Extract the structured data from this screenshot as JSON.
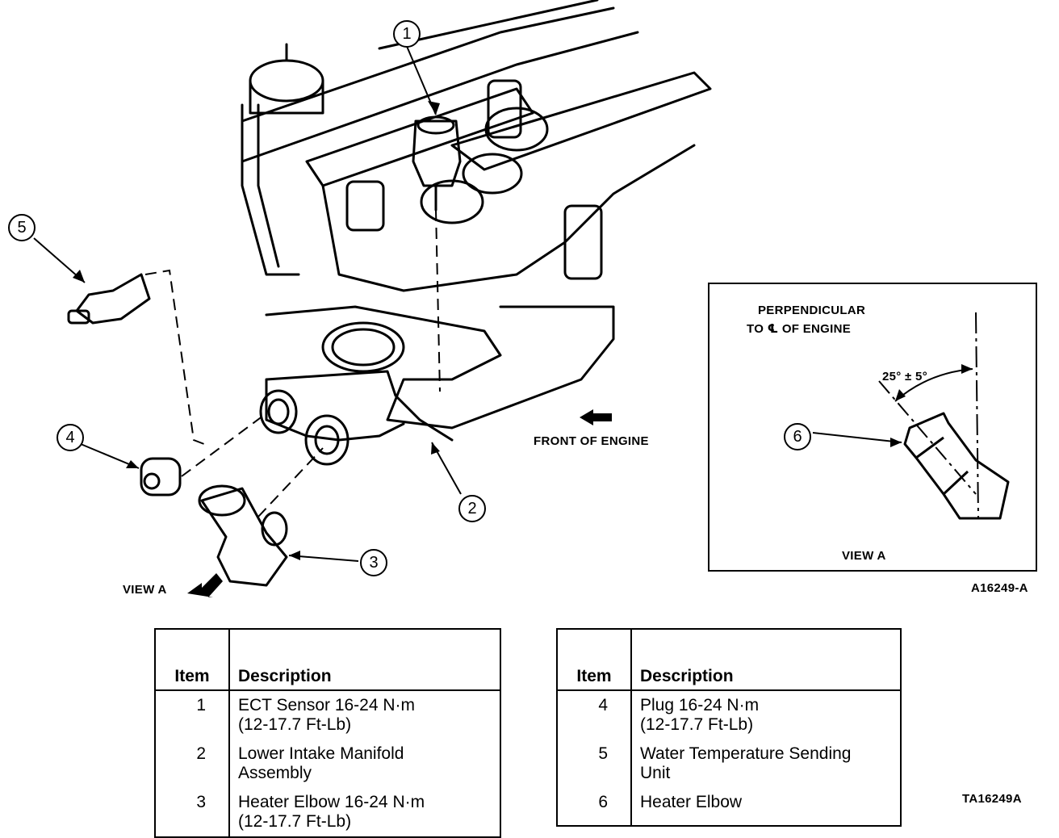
{
  "callouts": {
    "c1": "1",
    "c2": "2",
    "c3": "3",
    "c4": "4",
    "c5": "5",
    "c6": "6"
  },
  "labels": {
    "front_of_engine": "FRONT OF ENGINE",
    "view_a_arrow": "VIEW A",
    "inset_perpendicular_1": "PERPENDICULAR",
    "inset_perpendicular_2": "TO ℄ OF ENGINE",
    "inset_angle": "25° ± 5°",
    "inset_view_a": "VIEW A",
    "figure_id": "A16249-A",
    "table_id": "TA16249A"
  },
  "legend_left": {
    "header_item": "Item",
    "header_description": "Description",
    "rows": [
      {
        "item": "1",
        "line1": "ECT Sensor 16-24 N·m",
        "line2": "(12-17.7 Ft-Lb)"
      },
      {
        "item": "2",
        "line1": "Lower Intake Manifold",
        "line2": "Assembly"
      },
      {
        "item": "3",
        "line1": "Heater Elbow 16-24 N·m",
        "line2": "(12-17.7 Ft-Lb)"
      }
    ]
  },
  "legend_right": {
    "header_item": "Item",
    "header_description": "Description",
    "rows": [
      {
        "item": "4",
        "line1": "Plug 16-24 N·m",
        "line2": "(12-17.7 Ft-Lb)"
      },
      {
        "item": "5",
        "line1": "Water Temperature Sending",
        "line2": "Unit"
      },
      {
        "item": "6",
        "line1": "Heater Elbow",
        "line2": ""
      }
    ]
  }
}
